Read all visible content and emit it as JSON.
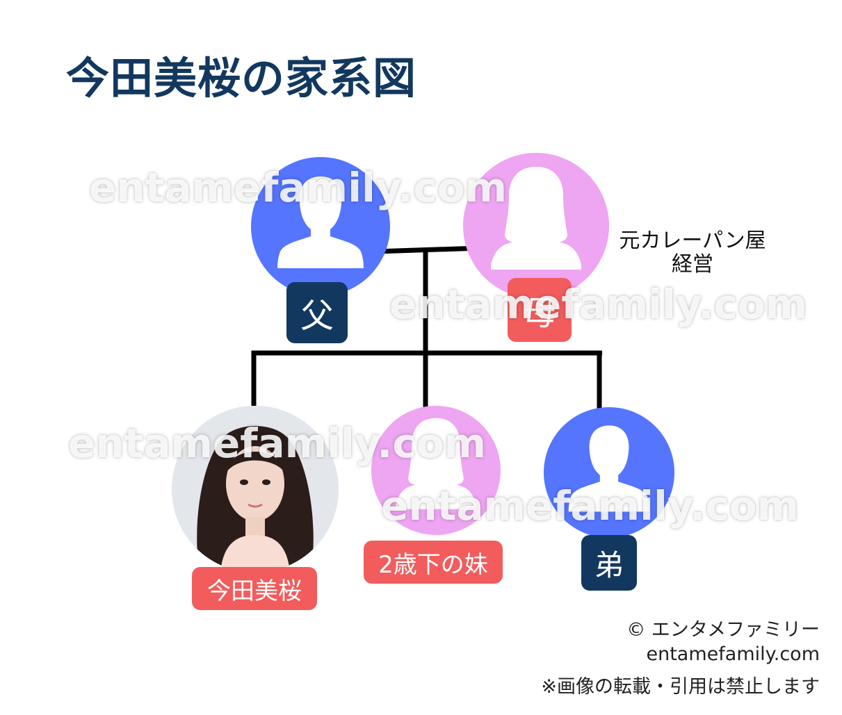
{
  "title": "今田美桜の家系図",
  "watermark": "entamefamily.com",
  "members": {
    "father": {
      "label": "父",
      "color": "#5575ff"
    },
    "mother": {
      "label": "母",
      "color": "#eea5f2",
      "note_line1": "元カレーパン屋",
      "note_line2": "経営"
    },
    "self": {
      "label": "今田美桜"
    },
    "sister": {
      "label": "2歳下の妹",
      "color": "#eea5f2"
    },
    "brother": {
      "label": "弟",
      "color": "#5575ff"
    }
  },
  "footer": {
    "copyright": "© エンタメファミリー",
    "site": "entamefamily.com",
    "notice": "※画像の転載・引用は禁止します"
  },
  "colors": {
    "navy_badge": "#12385f",
    "red_badge": "#f25c5c",
    "line": "#000000",
    "title": "#12385f"
  }
}
